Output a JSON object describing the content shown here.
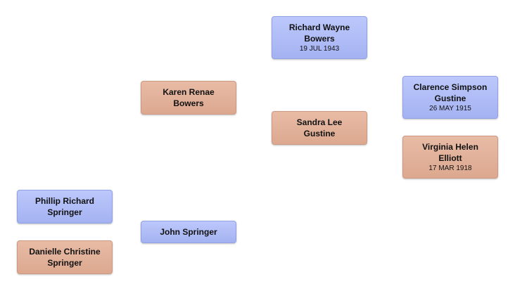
{
  "persons": {
    "richard": {
      "name": "Richard Wayne\nBowers",
      "date": "19 JUL 1943"
    },
    "karen": {
      "name": "Karen Renae\nBowers"
    },
    "clarence": {
      "name": "Clarence Simpson\nGustine",
      "date": "26 MAY 1915"
    },
    "sandra": {
      "name": "Sandra Lee\nGustine"
    },
    "virginia": {
      "name": "Virginia Helen\nElliott",
      "date": "17 MAR 1918"
    },
    "phillip": {
      "name": "Phillip Richard\nSpringer"
    },
    "john": {
      "name": "John  Springer"
    },
    "danielle": {
      "name": "Danielle Christine\nSpringer"
    }
  },
  "colors": {
    "male_box": "#b0bdf7",
    "female_box": "#e2b19a"
  }
}
